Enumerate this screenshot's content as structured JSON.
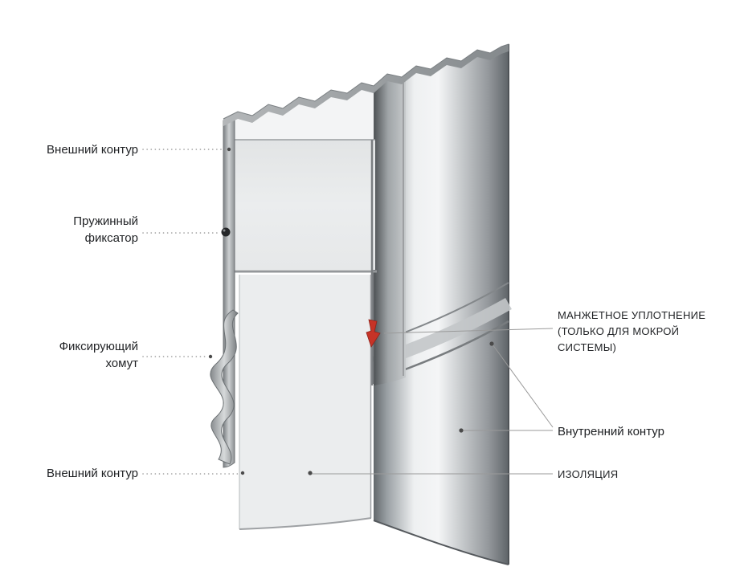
{
  "labels": {
    "outer_contour_top": "Внешний контур",
    "spring_latch": "Пружинный\nфиксатор",
    "fixing_clamp": "Фиксирующий\nхомут",
    "outer_contour_bottom": "Внешний контур",
    "cuff_seal": "МАНЖЕТНОЕ УПЛОТНЕНИЕ\n(ТОЛЬКО ДЛЯ МОКРОЙ\nСИСТЕМЫ)",
    "inner_contour": "Внутренний контур",
    "insulation": "ИЗОЛЯЦИЯ"
  },
  "colors": {
    "seal_marker_red": "#c63327",
    "leader_line": "#9a9a9a",
    "text": "#1f2124"
  }
}
